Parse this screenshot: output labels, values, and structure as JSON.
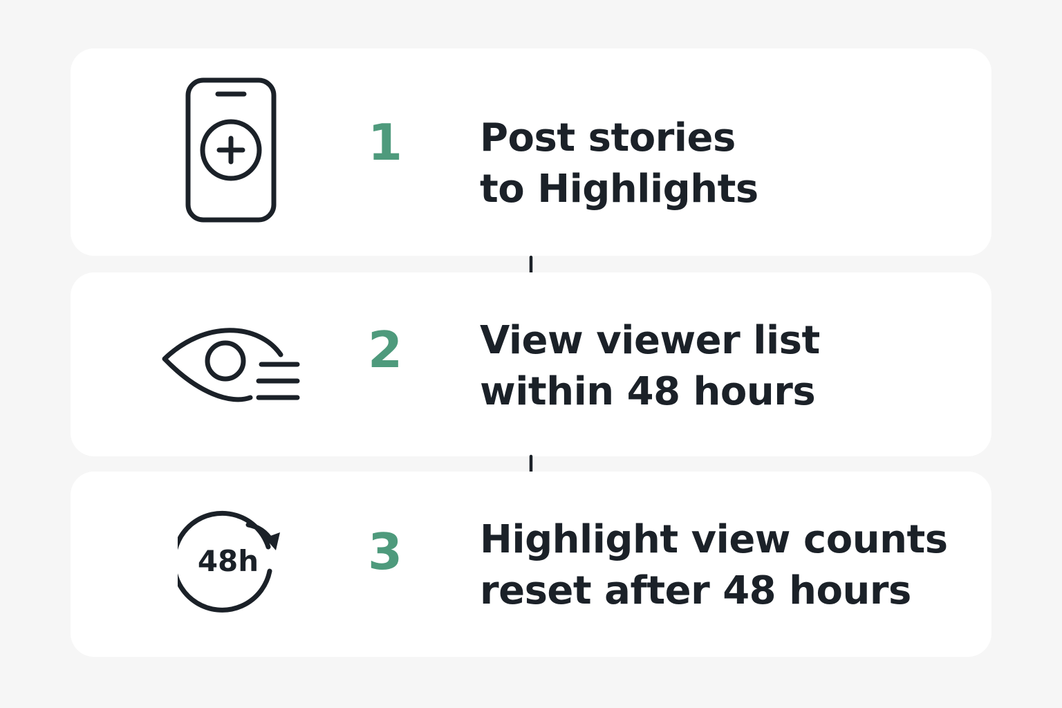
{
  "steps": [
    {
      "number": "1",
      "icon": "phone-plus-icon",
      "line1": "Post stories",
      "line2": "to Highlights"
    },
    {
      "number": "2",
      "icon": "eye-list-icon",
      "line1": "View viewer list",
      "line2": "within 48 hours"
    },
    {
      "number": "3",
      "icon": "refresh-48h-icon",
      "icon_label": "48h",
      "line1": "Highlight view counts",
      "line2": "reset after 48 hours"
    }
  ],
  "colors": {
    "background": "#f6f6f6",
    "card": "#ffffff",
    "number": "#4e9a7c",
    "text": "#1b2128"
  }
}
